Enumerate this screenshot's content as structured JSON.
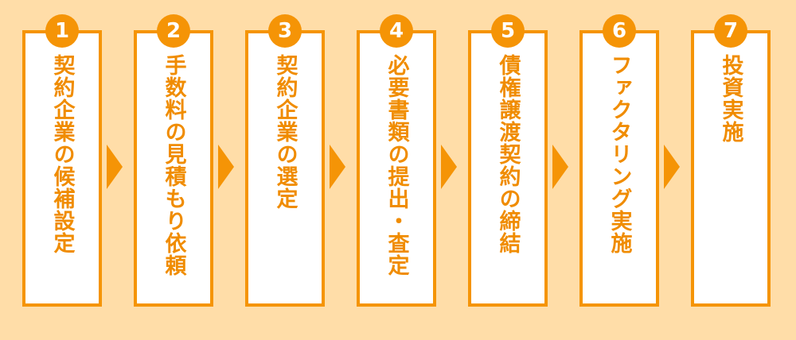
{
  "accent_color": "#F59406",
  "background_color": "#FFDDA8",
  "steps": [
    {
      "number": "1",
      "label": "契約企業の候補設定"
    },
    {
      "number": "2",
      "label": "手数料の見積もり依頼"
    },
    {
      "number": "3",
      "label": "契約企業の選定"
    },
    {
      "number": "4",
      "label": "必要書類の提出・査定"
    },
    {
      "number": "5",
      "label": "債権譲渡契約の締結"
    },
    {
      "number": "6",
      "label": "ファクタリング実施"
    },
    {
      "number": "7",
      "label": "投資実施"
    }
  ]
}
